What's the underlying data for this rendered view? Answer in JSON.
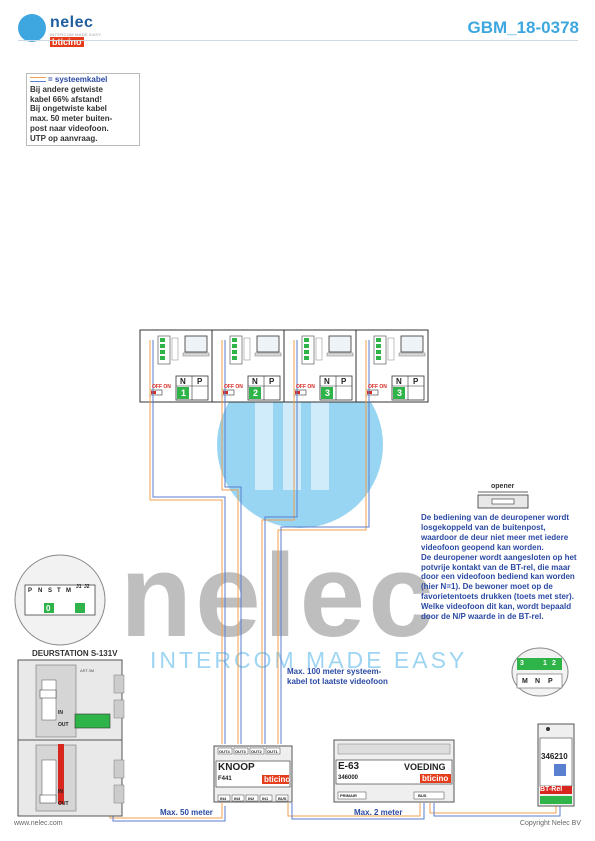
{
  "header": {
    "brand_name": "nelec",
    "brand_tag": "INTERCOM MADE EASY",
    "brand_sub": "bticino",
    "doc_id": "GBM_18-0378"
  },
  "legend": {
    "line1": "= systeemkabel",
    "lines": [
      "Bij andere getwiste",
      "kabel 66% afstand!",
      "Bij ongetwiste kabel",
      "max. 50 meter buiten-",
      "post naar videofoon.",
      "UTP op aanvraag."
    ]
  },
  "monitors": [
    {
      "switch_label": "OFF ON",
      "n_label": "N",
      "p_label": "P",
      "n_value": "1"
    },
    {
      "switch_label": "OFF ON",
      "n_label": "N",
      "p_label": "P",
      "n_value": "2"
    },
    {
      "switch_label": "OFF ON",
      "n_label": "N",
      "p_label": "P",
      "n_value": "3"
    },
    {
      "switch_label": "OFF ON",
      "n_label": "N",
      "p_label": "P",
      "n_value": "3"
    }
  ],
  "opener": {
    "label": "opener"
  },
  "note": [
    "De bediening van de deuropener wordt losgekoppeld van de buitenpost, waardoor de deur niet meer met iedere videofoon geopend kan worden.",
    "De deuropener wordt aangesloten op het potvrije kontakt van de BT-rel, die maar door een videofoon bediend kan worden (hier N=1). De bewoner moet op de favorietentoets drukken (toets met ster).",
    "Welke videofoon dit kan, wordt bepaald door de N/P waarde in de BT-rel."
  ],
  "watermark": {
    "letters": "nelec",
    "tag": "INTERCOM MADE EASY"
  },
  "terminal_detail": {
    "labels": [
      "P",
      "N",
      "S",
      "T",
      "M",
      "J1",
      "J2"
    ],
    "value": "0"
  },
  "doorstation": {
    "title": "DEURSTATION S-131V",
    "in_label": "IN",
    "out_label": "OUT",
    "module_code": "ART.3M"
  },
  "knoop": {
    "title": "KNOOP",
    "code": "F441",
    "brand": "bticino",
    "out_labels": [
      "OUT4",
      "OUT3",
      "OUT2",
      "OUT1"
    ],
    "in_labels": [
      "IN4",
      "IN3",
      "IN2",
      "IN1",
      "BUS"
    ]
  },
  "voeding": {
    "title": "E-63",
    "subtitle": "VOEDING",
    "code": "346000",
    "brand": "bticino",
    "left_label": "PRIMAIR",
    "right_label": "BUS"
  },
  "btrel": {
    "code": "346210",
    "name": "BT-Rel",
    "top_labels": [
      "3",
      "1",
      "2"
    ],
    "sub_labels": [
      "M",
      "N",
      "P"
    ]
  },
  "cable_notes": {
    "system_cable": [
      "Max. 100 meter systeem-",
      "kabel tot laatste videofoon"
    ],
    "max50": "Max. 50 meter",
    "max2": "Max. 2 meter"
  },
  "footer": {
    "left": "www.nelec.com",
    "right": "Copyright Nelec BV"
  },
  "colors": {
    "accent": "#3ea7df",
    "note_blue": "#2b4aa3",
    "cable_orange": "#f0a050",
    "cable_blue": "#5a7ed0",
    "green": "#2fb44a",
    "red": "#d7261e"
  }
}
